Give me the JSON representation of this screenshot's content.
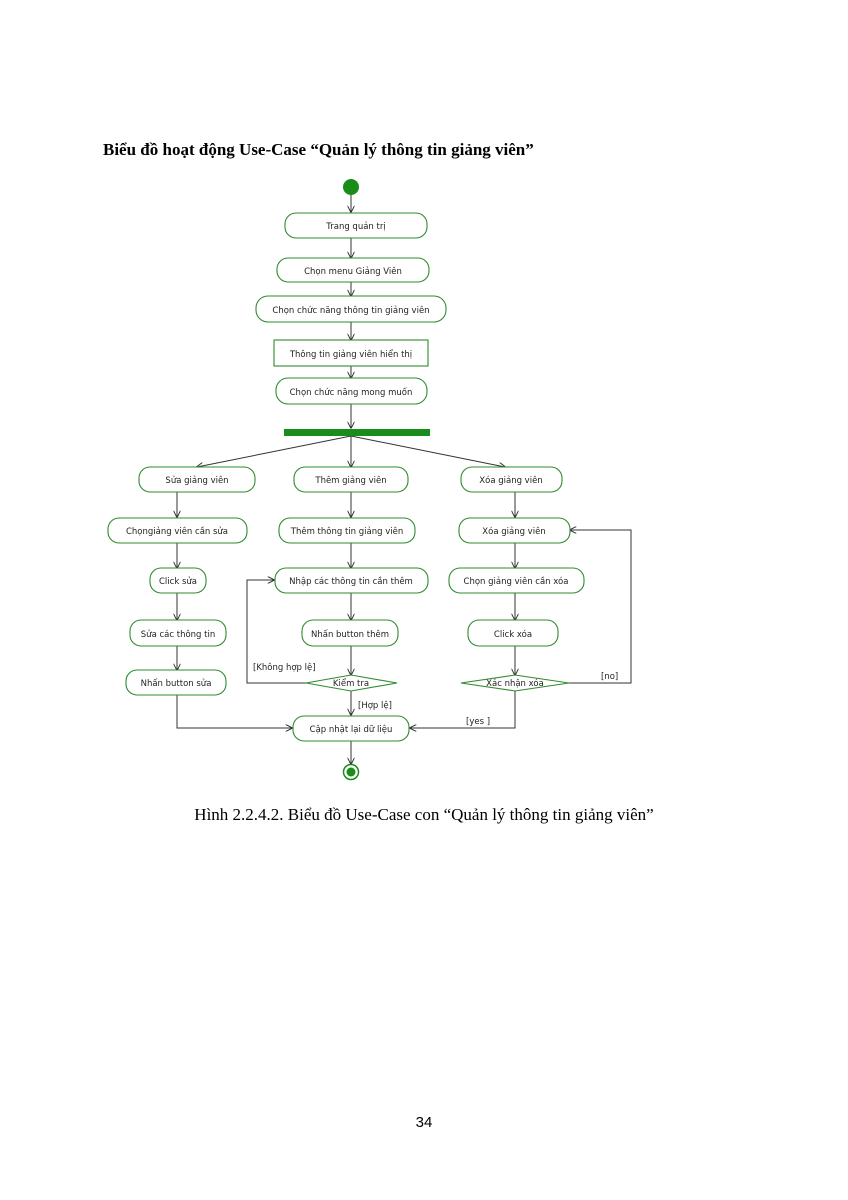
{
  "heading": "Biểu đồ hoạt động Use-Case “Quản lý thông tin giảng viên”",
  "caption": "Hình 2.2.4.2. Biểu đồ Use-Case con “Quản lý thông tin giảng viên”",
  "page_number": "34",
  "diagram": {
    "nodes": {
      "trang_quan_tri": "Trang quản trị",
      "chon_menu": "Chọn menu Giảng Viên",
      "chon_chuc_nang_ttgv": "Chọn chức năng thông tin giảng viên",
      "thong_tin_hien_thi": "Thông tin giảng viên hiển thị",
      "chon_chuc_nang_mong_muon": "Chọn chức năng mong muốn",
      "sua_gv": "Sửa giảng viên",
      "chon_gv_can_sua": "Chọngiảng viên cần sửa",
      "click_sua": "Click sửa",
      "sua_cac_thong_tin": "Sửa các thông tin",
      "nhan_button_sua": "Nhấn button sửa",
      "them_gv": "Thêm giảng viên",
      "them_thong_tin_gv": "Thêm thông tin giảng viên",
      "nhap_cac_thong_tin": "Nhập các thông tin cần thêm",
      "nhan_button_them": "Nhấn button thêm",
      "kiem_tra": "Kiểm tra",
      "xoa_gv_1": "Xóa giảng viên",
      "xoa_gv_2": "Xóa giảng viên",
      "chon_gv_can_xoa": "Chọn giảng viên cần xóa",
      "click_xoa": "Click xóa",
      "xac_nhan_xoa": "Xác nhận xóa",
      "cap_nhat": "Cập nhật lại dữ liệu"
    },
    "guards": {
      "khong_hop_le": "[Không hợp lệ]",
      "hop_le": "[Hợp lệ]",
      "no": "[no]",
      "yes": "[yes ]"
    },
    "colors": {
      "node_border": "#2e8b2e",
      "fork_bar": "#1a8c1a",
      "start_node": "#1a8c1a",
      "line": "#333333"
    }
  }
}
